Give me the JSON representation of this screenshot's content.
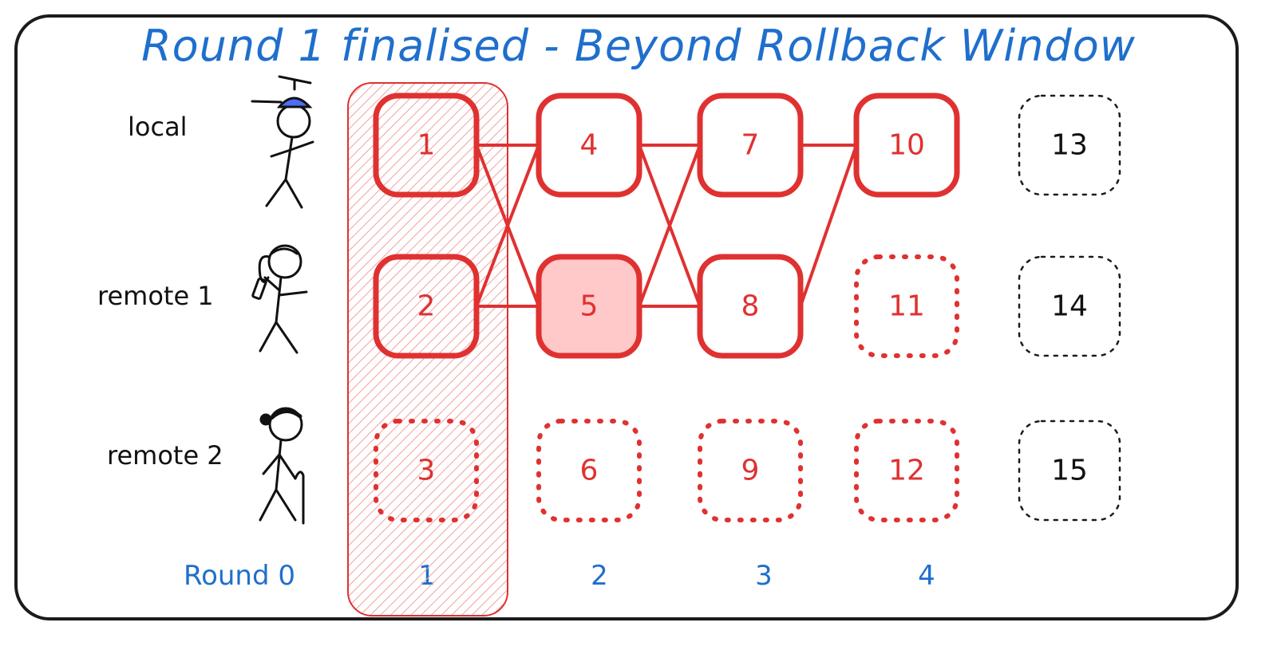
{
  "title": "Round 1 finalised - Beyond Rollback Window",
  "participants": [
    {
      "name": "local"
    },
    {
      "name": "remote 1"
    },
    {
      "name": "remote 2"
    }
  ],
  "rounds": [
    "Round 0",
    "1",
    "2",
    "3",
    "4"
  ],
  "frames": [
    {
      "id": "1",
      "player": 0,
      "column": 0,
      "state": "confirmed"
    },
    {
      "id": "2",
      "player": 1,
      "column": 0,
      "state": "confirmed"
    },
    {
      "id": "3",
      "player": 2,
      "column": 0,
      "state": "predicted"
    },
    {
      "id": "4",
      "player": 0,
      "column": 1,
      "state": "confirmed"
    },
    {
      "id": "5",
      "player": 1,
      "column": 1,
      "state": "highlighted"
    },
    {
      "id": "6",
      "player": 2,
      "column": 1,
      "state": "predicted"
    },
    {
      "id": "7",
      "player": 0,
      "column": 2,
      "state": "confirmed"
    },
    {
      "id": "8",
      "player": 1,
      "column": 2,
      "state": "confirmed"
    },
    {
      "id": "9",
      "player": 2,
      "column": 2,
      "state": "predicted"
    },
    {
      "id": "10",
      "player": 0,
      "column": 3,
      "state": "confirmed"
    },
    {
      "id": "11",
      "player": 1,
      "column": 3,
      "state": "predicted"
    },
    {
      "id": "12",
      "player": 2,
      "column": 3,
      "state": "predicted"
    },
    {
      "id": "13",
      "player": 0,
      "column": 4,
      "state": "future"
    },
    {
      "id": "14",
      "player": 1,
      "column": 4,
      "state": "future"
    },
    {
      "id": "15",
      "player": 2,
      "column": 4,
      "state": "future"
    }
  ],
  "links": [
    [
      "1",
      "4"
    ],
    [
      "1",
      "5"
    ],
    [
      "2",
      "4"
    ],
    [
      "2",
      "5"
    ],
    [
      "4",
      "7"
    ],
    [
      "4",
      "8"
    ],
    [
      "5",
      "7"
    ],
    [
      "5",
      "8"
    ],
    [
      "7",
      "10"
    ],
    [
      "8",
      "10"
    ]
  ],
  "colors": {
    "accent": "#e03131",
    "highlight_fill": "#ffc9c9",
    "title": "#1f6fcc",
    "future": "#1b1b1b"
  }
}
